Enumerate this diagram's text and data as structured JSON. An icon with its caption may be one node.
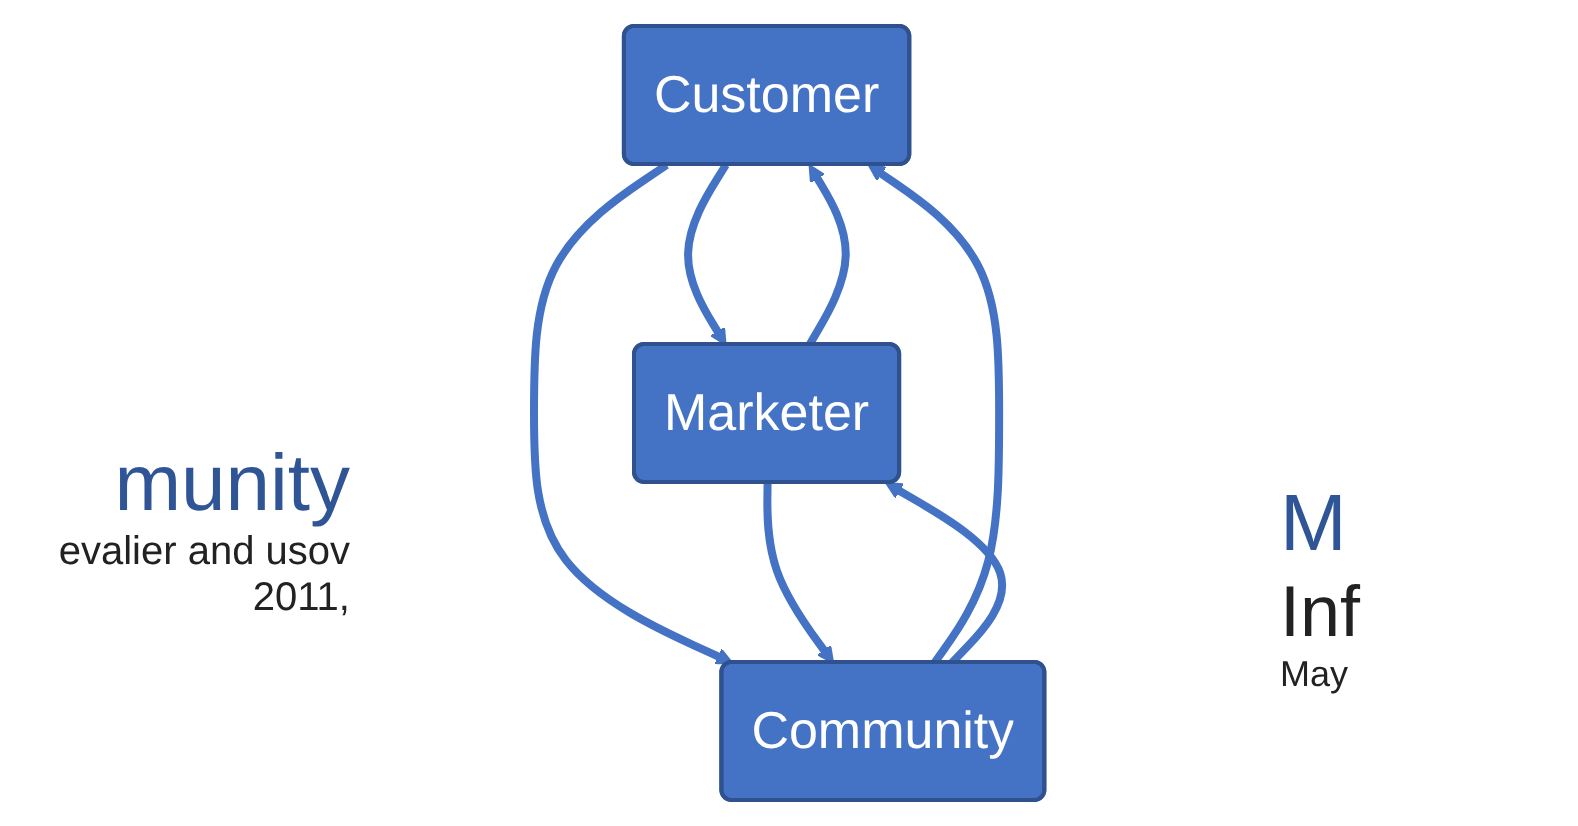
{
  "diagram": {
    "nodes": [
      {
        "text": [
          "Customer"
        ]
      },
      {
        "text": [
          "Marketer"
        ]
      },
      {
        "text": [
          "Community"
        ]
      }
    ],
    "edges": [
      {
        "from": 1,
        "to": 0,
        "arrow": "to"
      },
      {
        "from": 0,
        "to": 1,
        "arrow": "to"
      },
      {
        "from": 0,
        "to": 2,
        "arrow": "to"
      },
      {
        "from": 2,
        "to": 0,
        "arrow": "to"
      },
      {
        "from": 1,
        "to": 2,
        "arrow": "to"
      },
      {
        "from": 2,
        "to": 1,
        "arrow": "to"
      }
    ],
    "labels": [
      "munity",
      "evalier and usov 2011,",
      "M",
      "Inf",
      "May"
    ]
  }
}
